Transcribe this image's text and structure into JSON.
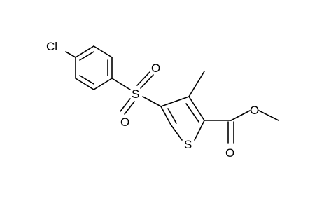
{
  "molecule": {
    "atoms": {
      "chlorine": "Cl",
      "sulfonyl_sulfur": "S",
      "sulfonyl_oxygen_top": "O",
      "sulfonyl_oxygen_bottom": "O",
      "thiophene_sulfur": "S",
      "carbonyl_oxygen": "O",
      "ester_oxygen": "O"
    },
    "colors": {
      "bond": "#000000",
      "label": "#000000",
      "background": "#ffffff"
    }
  }
}
